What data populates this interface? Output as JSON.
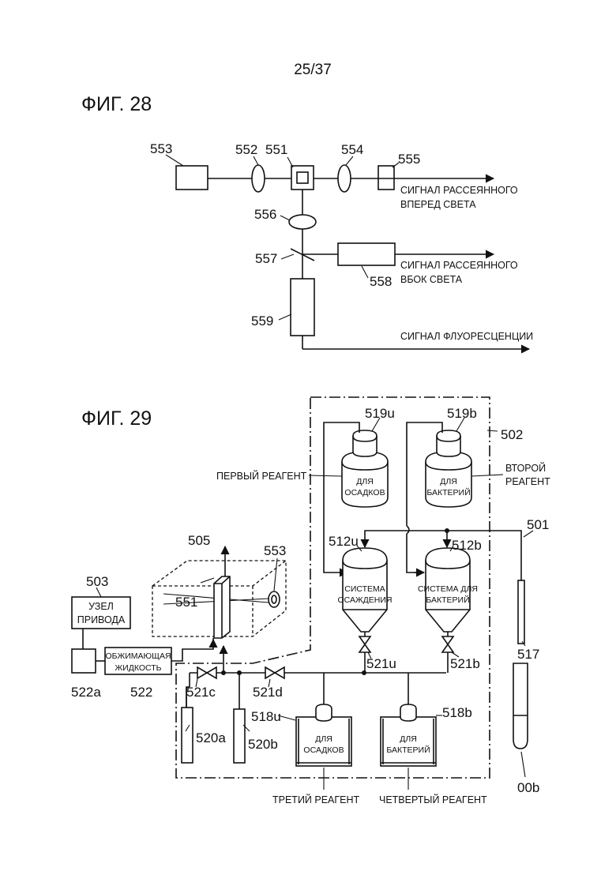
{
  "page_number": "25/37",
  "fig28": {
    "title": "ФИГ. 28",
    "refs": {
      "r553": "553",
      "r552": "552",
      "r551": "551",
      "r554": "554",
      "r555": "555",
      "r556": "556",
      "r557": "557",
      "r558": "558",
      "r559": "559"
    },
    "forward_signal_l1": "СИГНАЛ РАССЕЯННОГО",
    "forward_signal_l2": "ВПЕРЕД СВЕТА",
    "side_signal_l1": "СИГНАЛ РАССЕЯННОГО",
    "side_signal_l2": "ВБОК СВЕТА",
    "fluor_signal": "СИГНАЛ ФЛУОРЕСЦЕНЦИИ"
  },
  "fig29": {
    "title": "ФИГ. 29",
    "refs": {
      "r519u": "519u",
      "r519b": "519b",
      "r502": "502",
      "r501": "501",
      "r505": "505",
      "r553": "553",
      "r512u": "512u",
      "r512b": "512b",
      "r503": "503",
      "r551": "551",
      "r517": "517",
      "r521u": "521u",
      "r521b": "521b",
      "r522a": "522a",
      "r522": "522",
      "r521c": "521c",
      "r521d": "521d",
      "r518u": "518u",
      "r518b": "518b",
      "r520a": "520a",
      "r520b": "520b",
      "r00b": "00b"
    },
    "first_reagent": "ПЕРВЫЙ РЕАГЕНТ",
    "second_reagent_l1": "ВТОРОЙ",
    "second_reagent_l2": "РЕАГЕНТ",
    "third_reagent": "ТРЕТИЙ РЕАГЕНТ",
    "fourth_reagent": "ЧЕТВЕРТЫЙ РЕАГЕНТ",
    "sediment_l1": "ДЛЯ",
    "sediment_l2": "ОСАДКОВ",
    "bacteria_l1": "ДЛЯ",
    "bacteria_l2": "БАКТЕРИЙ",
    "system_sed_l1": "СИСТЕМА",
    "system_sed_l2": "ОСАЖДЕНИЯ",
    "system_bac_l1": "СИСТЕМА ДЛЯ",
    "system_bac_l2": "БАКТЕРИЙ",
    "drive_l1": "УЗЕЛ",
    "drive_l2": "ПРИВОДА",
    "sheath_l1": "ОБЖИМАЮЩАЯ",
    "sheath_l2": "ЖИДКОСТЬ"
  }
}
